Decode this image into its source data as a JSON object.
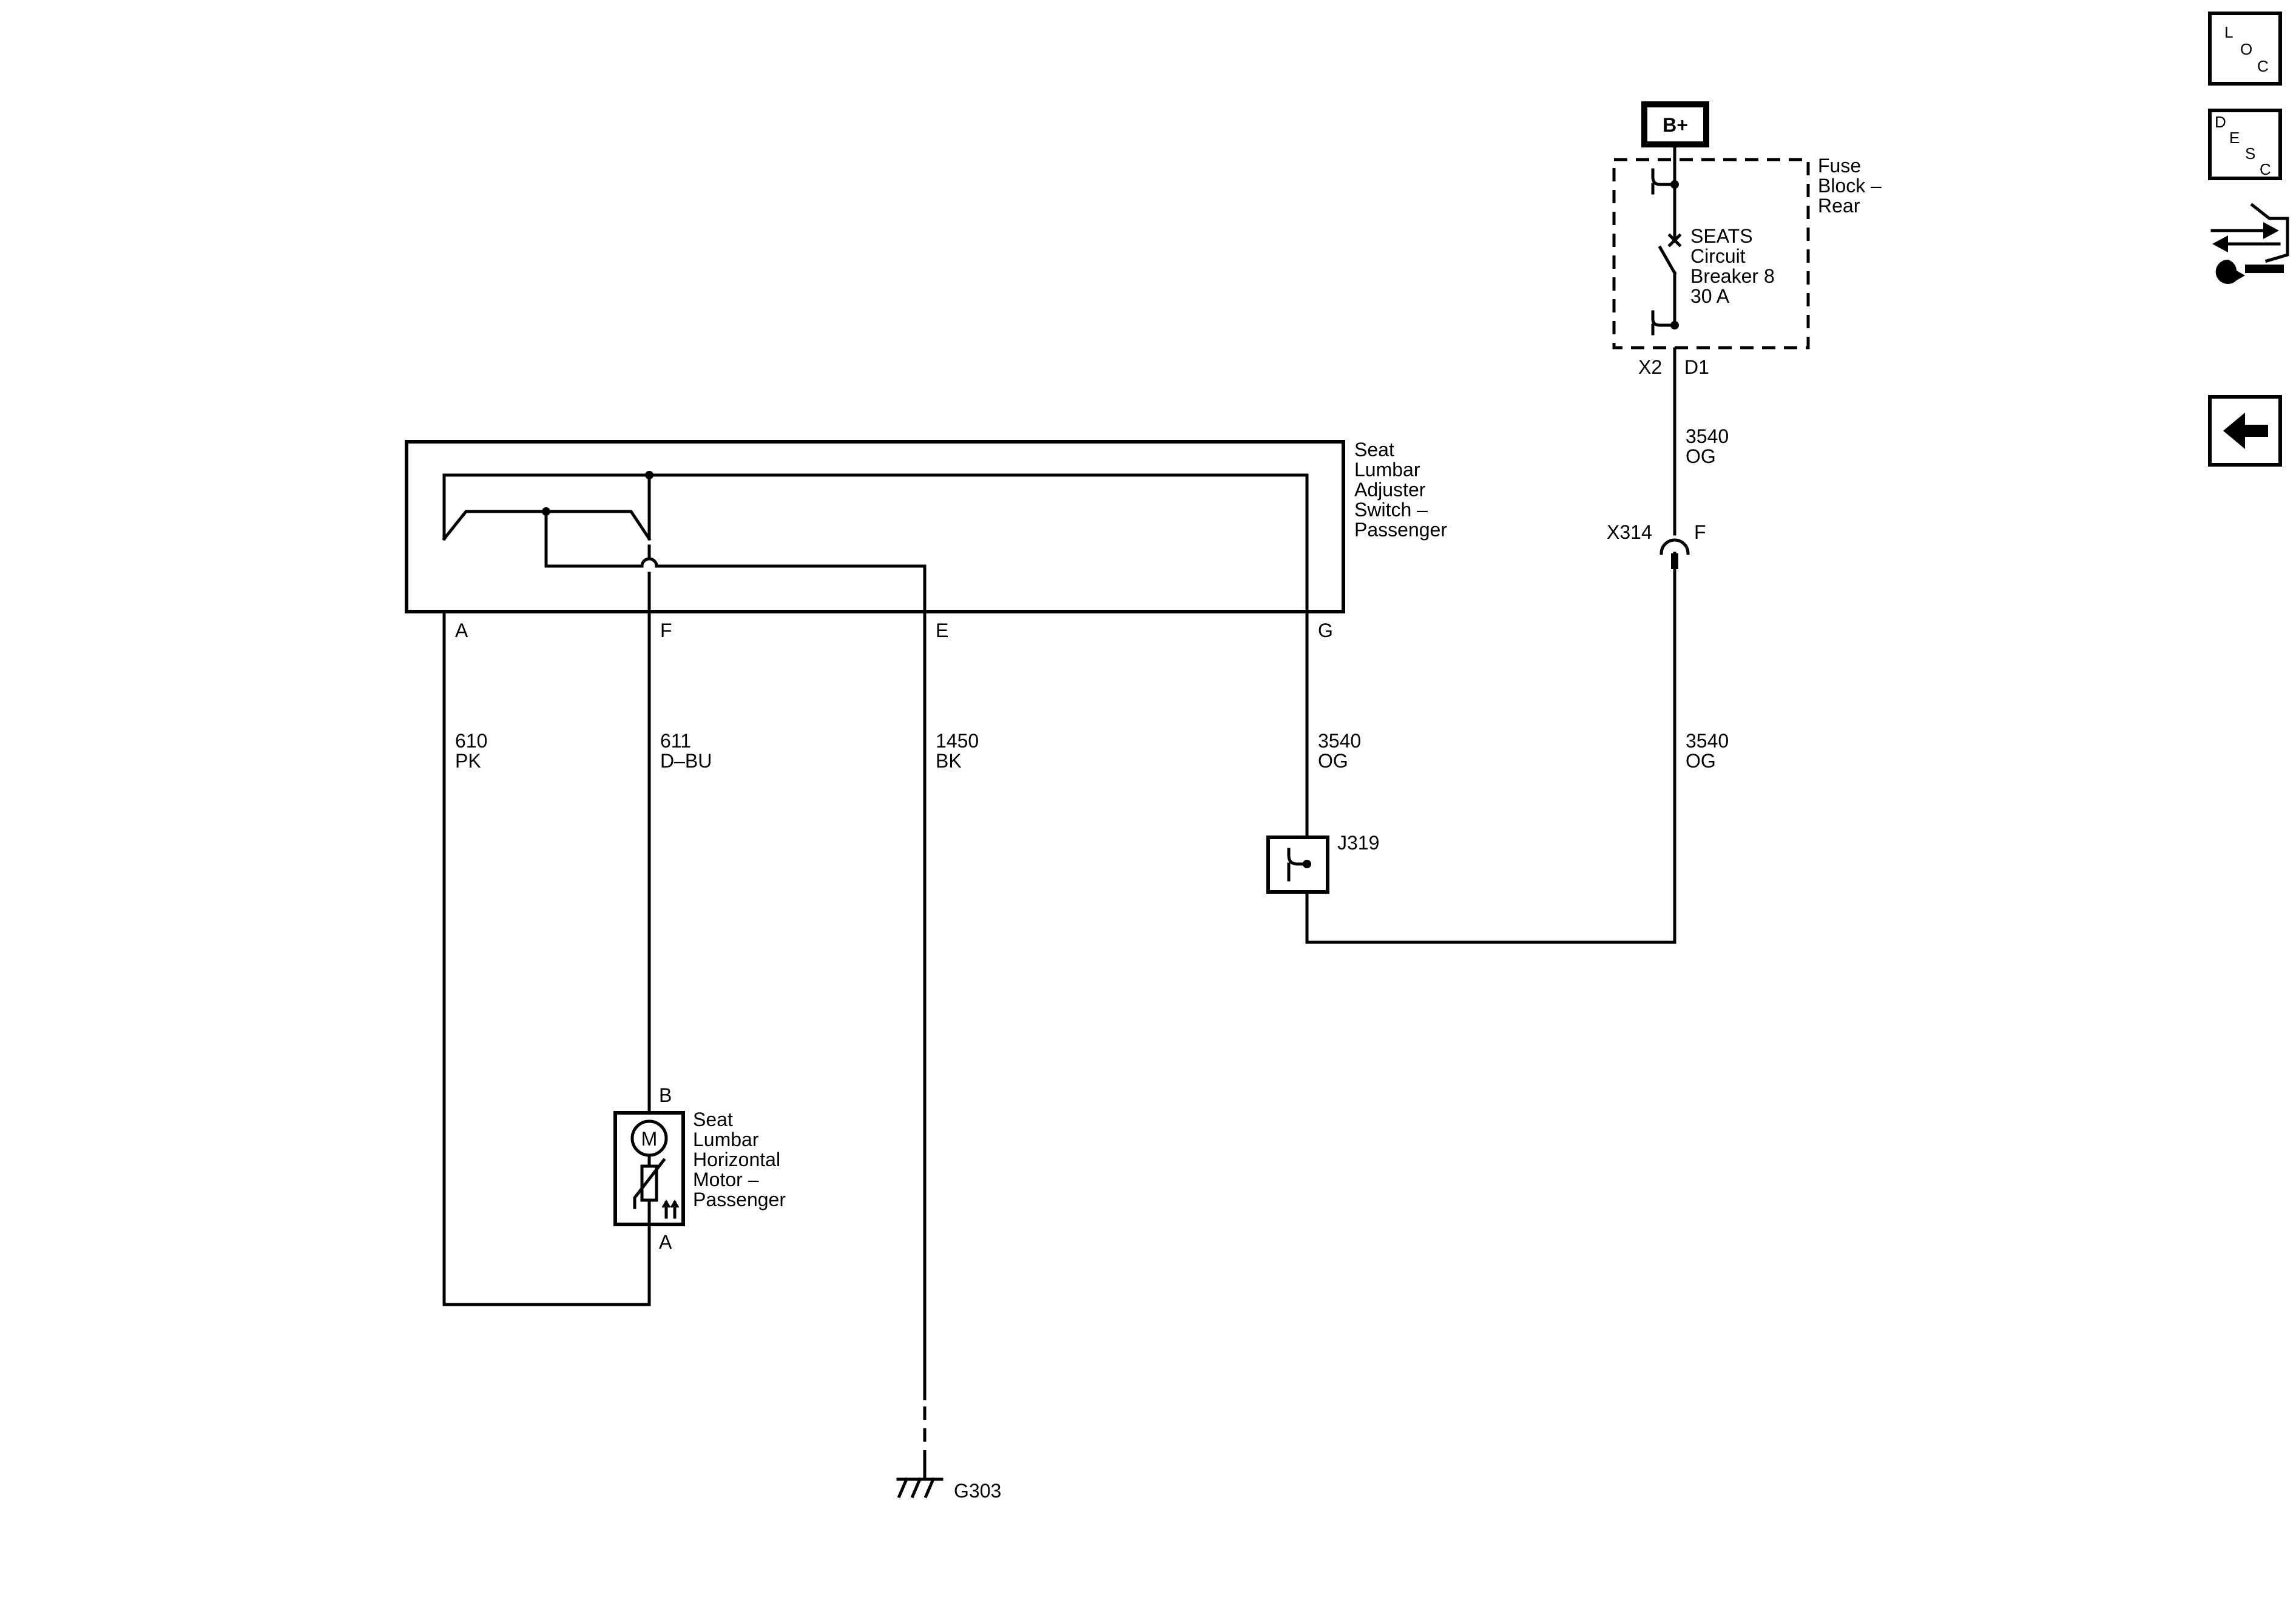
{
  "components": {
    "switch": {
      "label": [
        "Seat",
        "Lumbar",
        "Adjuster",
        "Switch –",
        "Passenger"
      ]
    },
    "motor": {
      "label": [
        "Seat",
        "Lumbar",
        "Horizontal",
        "Motor –",
        "Passenger"
      ],
      "symbol": "M"
    },
    "fuse_block": {
      "label": [
        "Fuse",
        "Block –",
        "Rear"
      ]
    },
    "breaker": {
      "label": [
        "SEATS",
        "Circuit",
        "Breaker 8",
        "30 A"
      ]
    },
    "power": {
      "label": "B+"
    },
    "ground": {
      "label": "G303"
    },
    "splice": {
      "label": "J319"
    },
    "inline_connector": {
      "label": "X314",
      "pin": "F"
    }
  },
  "pins": {
    "switch": [
      "A",
      "F",
      "E",
      "G"
    ],
    "motor_top": "B",
    "motor_bottom": "A",
    "fuse_connector": "X2",
    "fuse_pin": "D1"
  },
  "wires": [
    {
      "circuit": "610",
      "color": "PK"
    },
    {
      "circuit": "611",
      "color": "D–BU"
    },
    {
      "circuit": "1450",
      "color": "BK"
    },
    {
      "circuit": "3540",
      "color": "OG"
    },
    {
      "circuit": "3540",
      "color": "OG"
    },
    {
      "circuit": "3540",
      "color": "OG"
    }
  ],
  "nav": {
    "loc": [
      "L",
      "O",
      "C"
    ],
    "desc": [
      "D",
      "E",
      "S",
      "C"
    ],
    "connector_icon": "connector-wrench-icon",
    "back_icon": "back-arrow-icon"
  }
}
